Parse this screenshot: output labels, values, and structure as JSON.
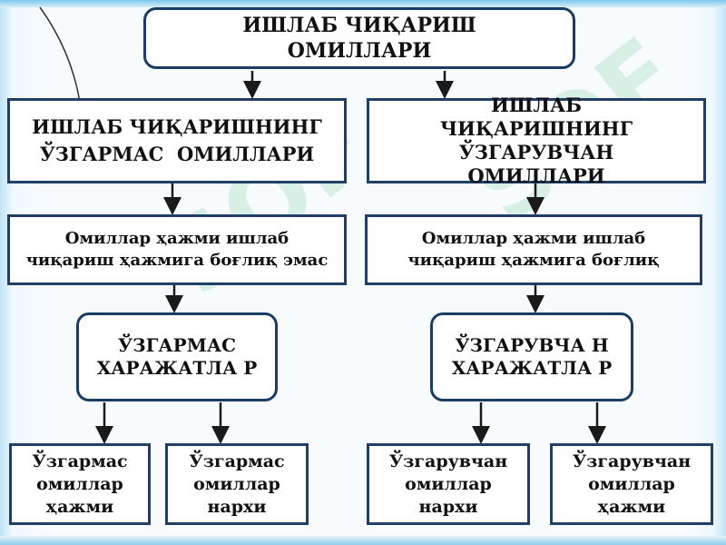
{
  "diagram": {
    "root": "ИШЛАБ ЧИҚАРИШ ОМИЛЛАРИ",
    "left": {
      "category": "ИШЛАБ ЧИҚАРИШНИНГ ЎЗГАРМАС  ОМИЛЛАРИ",
      "description": "Омиллар ҳажми ишлаб чиқариш ҳажмига боғлиқ эмас",
      "cost_type": "ЎЗГАРМАС ХАРАЖАТЛА Р",
      "leaf_1": "Ўзгармас омиллар ҳажми",
      "leaf_2": "Ўзгармас омиллар нархи"
    },
    "right": {
      "category": "ИШЛАБ ЧИҚАРИШНИНГ ЎЗГАРУВЧАН ОМИЛЛАРИ",
      "description": "Омиллар ҳажми ишлаб чиқариш ҳажмига боғлиқ",
      "cost_type": "ЎЗГАРУВЧА Н ХАРАЖАТЛА Р",
      "leaf_1": "Ўзгарувчан омиллар нархи",
      "leaf_2": "Ўзгарувчан омиллар ҳажми"
    }
  },
  "colors": {
    "border": "#1f3f66",
    "arrow": "#1a1a1a",
    "text": "#111111",
    "watermark": "#bfe6cf"
  }
}
